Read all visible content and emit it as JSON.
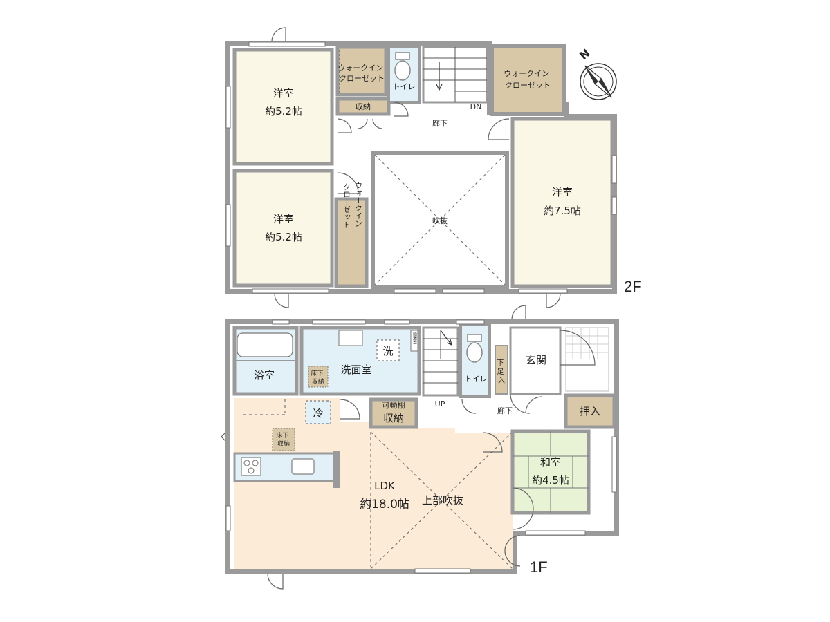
{
  "colors": {
    "wall": "#9a9a9a",
    "western_room": "#fbf7e6",
    "closet": "#d8c8a8",
    "water": "#e2f1f8",
    "ldk": "#fcebd6",
    "tatami": "#e8f2d4",
    "floor": "#ffffff"
  },
  "floor2": {
    "label": "2F",
    "room_west_top": {
      "name": "洋室",
      "size": "約5.2帖"
    },
    "room_west_bottom": {
      "name": "洋室",
      "size": "約5.2帖"
    },
    "room_east": {
      "name": "洋室",
      "size": "約7.5帖"
    },
    "wic_top": "ウォークイン\nクローゼット",
    "wic_right": "ウォークイン\nクローゼット",
    "wic_vertical": "ウォークイン\nクローゼット",
    "storage": "収納",
    "toilet": "トイレ",
    "stairs_dn": "DN",
    "hallway": "廊下",
    "void": "吹抜"
  },
  "floor1": {
    "label": "1F",
    "bath": "浴室",
    "washroom": "洗面室",
    "washer": "洗",
    "water_heater": "給湯器",
    "underfloor_storage": "床下\n収納",
    "toilet": "トイレ",
    "shoe_storage": "下\n足\n入",
    "entrance": "玄関",
    "hallway": "廊下",
    "closet_oshiire": "押入",
    "tatami_room": {
      "name": "和室",
      "size": "約4.5帖"
    },
    "ldk": {
      "name": "LDK",
      "size": "約18.0帖"
    },
    "upper_void": "上部吹抜",
    "fridge": "冷",
    "movable_shelf": "可動棚",
    "storage": "収納",
    "stairs_up": "UP",
    "underfloor_storage_kitchen": "床下\n収納"
  },
  "compass": {
    "north_label": "N"
  }
}
